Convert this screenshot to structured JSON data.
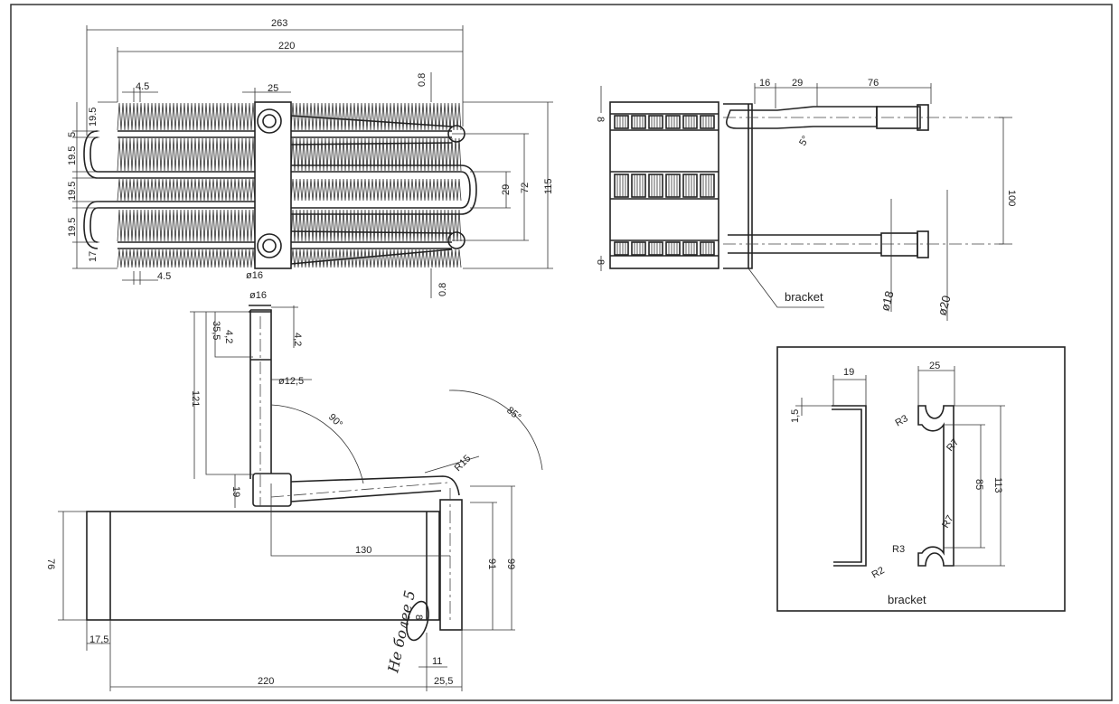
{
  "drawing": {
    "top_view": {
      "dims": {
        "overall_length": "263",
        "core_length": "220",
        "fin_pitch_top": "4.5",
        "fin_pitch_bottom": "4.5",
        "plate_width": "25",
        "gap_top": "0.8",
        "gap_bottom": "0.8",
        "row1": "19.5",
        "row2_offset": "5",
        "row2": "19.5",
        "row3": "19.5",
        "row4": "19.5",
        "row5": "17",
        "bend_pitch": "29",
        "port_spacing": "72",
        "core_height": "115",
        "dia_a": "ø16",
        "dia_b": "ø16"
      }
    },
    "side_view": {
      "dims": {
        "offset_16": "16",
        "taper_29": "29",
        "pipe_76": "76",
        "angle_5": "5°",
        "port_distance": "100",
        "dia_18": "ø18",
        "dia_20": "ø20",
        "edge_top": "8",
        "edge_bottom": "8"
      },
      "bracket_label": "bracket"
    },
    "front_view": {
      "dims": {
        "len_35_5": "35,5",
        "bead_4_2_a": "4,2",
        "bead_4_2_b": "4,2",
        "pipe_121": "121",
        "pipe_dia": "ø12,5",
        "angle_90": "90°",
        "angle_85": "85°",
        "bend_r15": "R15",
        "block_19": "19",
        "height_76": "76",
        "offset_130": "130",
        "tank_91": "91",
        "tank_99": "99",
        "flange_17_5": "17,5",
        "length_220": "220",
        "tank_11": "11",
        "tank_25_5": "25,5",
        "oval_8": "8"
      },
      "handwritten_note": "Не более 5"
    },
    "bracket_detail": {
      "dims": {
        "w19": "19",
        "t1_5": "1,5",
        "w25": "25",
        "r3_top": "R3",
        "r7_top": "R7",
        "h85": "85",
        "h113": "113",
        "r7_bottom": "R7",
        "r3_bottom": "R3",
        "r2": "R2"
      },
      "label": "bracket"
    }
  }
}
